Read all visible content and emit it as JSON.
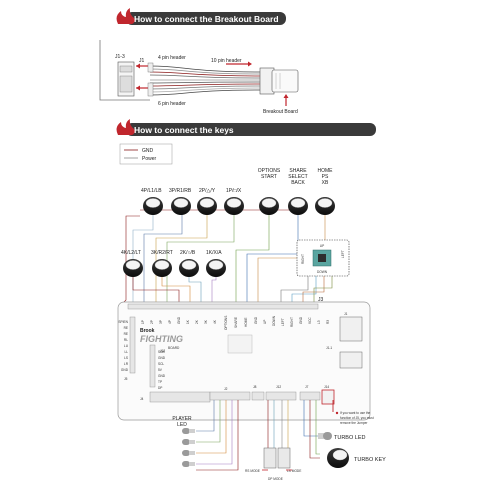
{
  "section1": {
    "title": "How to connect the Breakout Board"
  },
  "section2": {
    "title": "How to connect the keys"
  },
  "breakout": {
    "j13": "J1-3",
    "j1": "J1",
    "header4": "4 pin header",
    "header10": "10 pin header",
    "header6": "6 pin header",
    "board": "Breakout Board"
  },
  "legend": {
    "gnd": "GND",
    "power": "Power"
  },
  "buttons_top": [
    "4P/L1/LB",
    "3P/R1/RB",
    "2P/△/Y",
    "1P/□/X"
  ],
  "buttons_mid": [
    "4K/L2/LT",
    "3K/R2/RT",
    "2K/○/B",
    "1K/X/A"
  ],
  "special_buttons": [
    {
      "lines": [
        "OPTIONS",
        "START"
      ]
    },
    {
      "lines": [
        "SHARE",
        "SELECT",
        "BACK"
      ]
    },
    {
      "lines": [
        "HOME",
        "PS",
        "XB"
      ]
    }
  ],
  "joystick": {
    "up": "UP",
    "down": "DOWN",
    "left": "LEFT",
    "right": "RIGHT"
  },
  "board": {
    "logo_top": "Brook",
    "logo_main": "FIGHTING",
    "logo_sub": "BOARD",
    "j3": "J3",
    "j11": "J1-1",
    "j13b": "J13",
    "j5": "J5",
    "j4": "J4",
    "j2": "J2",
    "j8": "J8",
    "j12": "J12",
    "j7": "J7",
    "j14": "J14",
    "j1b": "J1"
  },
  "header_pins": [
    "GND",
    "1P",
    "2P",
    "3P",
    "4P",
    "GND",
    "1K",
    "2K",
    "3K",
    "4K",
    "OPTIONS",
    "SHARE",
    "HOME",
    "GND",
    "UP",
    "DOWN",
    "LEFT",
    "RIGHT",
    "GND",
    "VCC",
    "L3",
    "R3"
  ],
  "left_pins": [
    "SPIEN",
    "RE",
    "RE",
    "RL",
    "LU",
    "LL",
    "LS",
    "LR",
    "GND"
  ],
  "j13_pins": [
    "SDA",
    "GND",
    "SCL",
    "5V",
    "GND",
    "TP",
    "DP"
  ],
  "player_led": {
    "lines": [
      "PLAYER",
      "LED"
    ]
  },
  "turbo_led": "TURBO LED",
  "turbo_key": "TURBO KEY",
  "note": [
    "If you want to use the",
    "function of J5, you must",
    "remove the Jumper"
  ],
  "modes": {
    "rs": "RS MODE",
    "dp": "DP MODE",
    "ls": "LS MODE"
  },
  "colors": {
    "header_bar": "#3a3a3a",
    "accent_red": "#c0262d",
    "gnd_line": "#8b1a1a",
    "power_line": "#888888"
  }
}
